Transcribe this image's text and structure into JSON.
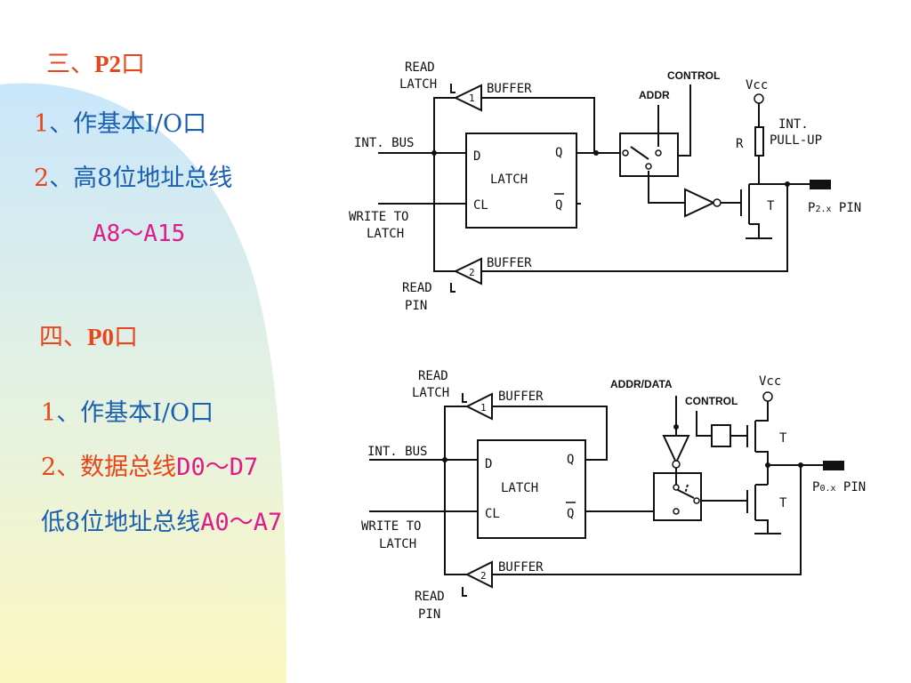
{
  "colors": {
    "heading": "#e8451a",
    "item": "#1a5fb0",
    "highlight": "#e01a8a",
    "background_blob_top": "#cfe8fb",
    "background_blob_bottom": "#fbf7c4"
  },
  "left": {
    "p2": {
      "heading_prefix": "三、",
      "heading_bold": "P2",
      "heading_suffix": "口",
      "item1_num": "1",
      "item1_text": "、作基本I/O口",
      "item2_num": "2",
      "item2_text": "、高8位地址总线",
      "range": "A8～A15"
    },
    "p0": {
      "heading_prefix": "四、",
      "heading_bold": "P0",
      "heading_suffix": "口",
      "item1_num": "1",
      "item1_text": "、作基本I/O口",
      "item2_num": "2",
      "item2_text": "、数据总线",
      "item2_range": "D0～D7",
      "item3_text": "低8位地址总线",
      "item3_range": "A0～A7"
    }
  },
  "diagram_p2": {
    "read_latch_1": "READ",
    "read_latch_2": "LATCH",
    "buffer_top": "BUFFER",
    "buffer_top_num": "1",
    "control": "CONTROL",
    "addr": "ADDR",
    "vcc": "Vcc",
    "int_1": "INT.",
    "int_2": "PULL-UP",
    "r": "R",
    "int_bus": "INT. BUS",
    "d": "D",
    "q": "Q",
    "latch": "LATCH",
    "cl": "CL",
    "qbar": "Q",
    "write_to_1": "WRITE TO",
    "write_to_2": "LATCH",
    "t": "T",
    "pin_prefix": "P",
    "pin_sub": "2.x",
    "pin_suffix": " PIN",
    "buffer_bottom": "BUFFER",
    "buffer_bottom_num": "2",
    "read_pin_1": "READ",
    "read_pin_2": "PIN"
  },
  "diagram_p0": {
    "read_latch_1": "READ",
    "read_latch_2": "LATCH",
    "buffer_top": "BUFFER",
    "buffer_top_num": "1",
    "addr_data": "ADDR/DATA",
    "control": "CONTROL",
    "vcc": "Vcc",
    "int_bus": "INT. BUS",
    "d": "D",
    "q": "Q",
    "latch": "LATCH",
    "cl": "CL",
    "qbar": "Q",
    "write_to_1": "WRITE TO",
    "write_to_2": "LATCH",
    "t_top": "T",
    "t_bottom": "T",
    "pin_prefix": "P",
    "pin_sub": "0.x",
    "pin_suffix": " PIN",
    "buffer_bottom": "BUFFER",
    "buffer_bottom_num": "2",
    "read_pin_1": "READ",
    "read_pin_2": "PIN"
  }
}
